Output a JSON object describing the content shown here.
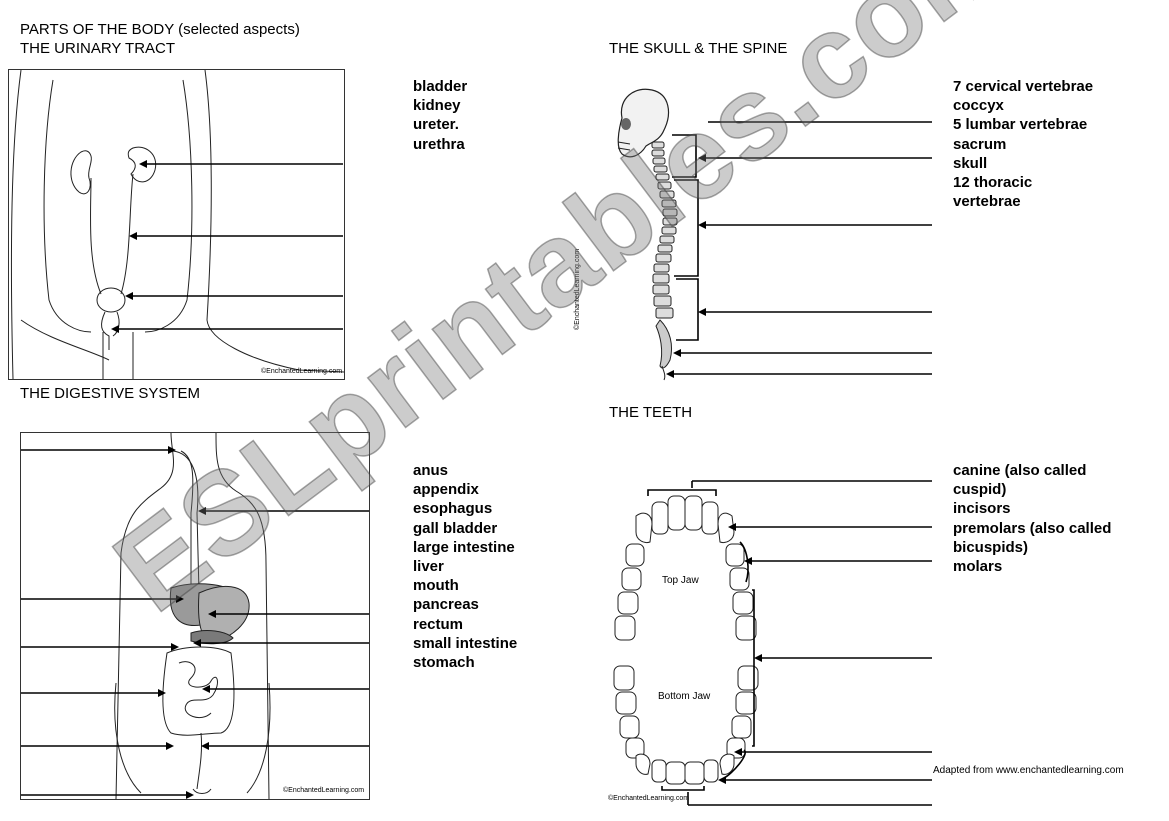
{
  "page_title": "PARTS OF THE BODY (selected aspects)",
  "sections": {
    "urinary": {
      "heading": "THE URINARY TRACT",
      "words": [
        "bladder",
        "kidney",
        "ureter.",
        "urethra"
      ],
      "credit": "©EnchantedLearning.com"
    },
    "digestive": {
      "heading": "THE DIGESTIVE SYSTEM",
      "words": [
        "anus",
        "appendix",
        "esophagus",
        "gall bladder",
        "large intestine",
        "liver",
        "mouth",
        "pancreas",
        "rectum",
        "small intestine",
        "stomach"
      ],
      "credit": "©EnchantedLearning.com"
    },
    "skull": {
      "heading": "THE SKULL & THE SPINE",
      "words": [
        "7 cervical vertebrae",
        "coccyx",
        "5 lumbar vertebrae",
        "sacrum",
        "skull",
        "12 thoracic",
        "vertebrae"
      ],
      "credit": "©EnchantedLearning.com"
    },
    "teeth": {
      "heading": "THE TEETH",
      "words": [
        "canine (also called",
        "cuspid)",
        "incisors",
        "premolars (also called",
        "bicuspids)",
        "molars"
      ],
      "top_jaw": "Top Jaw",
      "bottom_jaw": "Bottom Jaw",
      "credit": "©EnchantedLearning.com"
    }
  },
  "adapted_note": "Adapted from www.enchantedlearning.com",
  "watermark": "ESLprintables.com"
}
